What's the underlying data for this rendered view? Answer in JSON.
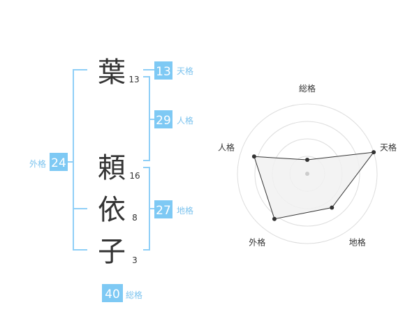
{
  "name_chars": [
    {
      "char": "葉",
      "strokes": "13"
    },
    {
      "char": "頼",
      "strokes": "16"
    },
    {
      "char": "依",
      "strokes": "8"
    },
    {
      "char": "子",
      "strokes": "3"
    }
  ],
  "kakusu": {
    "tenkaku": {
      "value": "13",
      "label": "天格"
    },
    "jinkaku": {
      "value": "29",
      "label": "人格"
    },
    "chikaku": {
      "value": "27",
      "label": "地格"
    },
    "gaikaku": {
      "value": "24",
      "label": "外格"
    },
    "soukaku": {
      "value": "40",
      "label": "総格"
    }
  },
  "chart_data": {
    "type": "radar",
    "axes": [
      "総格",
      "天格",
      "地格",
      "外格",
      "人格"
    ],
    "values": [
      1,
      5,
      3,
      4,
      4
    ],
    "max": 5,
    "rings": 4,
    "grid": true
  },
  "colors": {
    "accent": "#7ec9f4",
    "line": "#8fcff7",
    "label_blue": "#7cc3ee",
    "text_dark": "#333333",
    "grid": "#dddddd",
    "fill": "#f1f1f1"
  }
}
